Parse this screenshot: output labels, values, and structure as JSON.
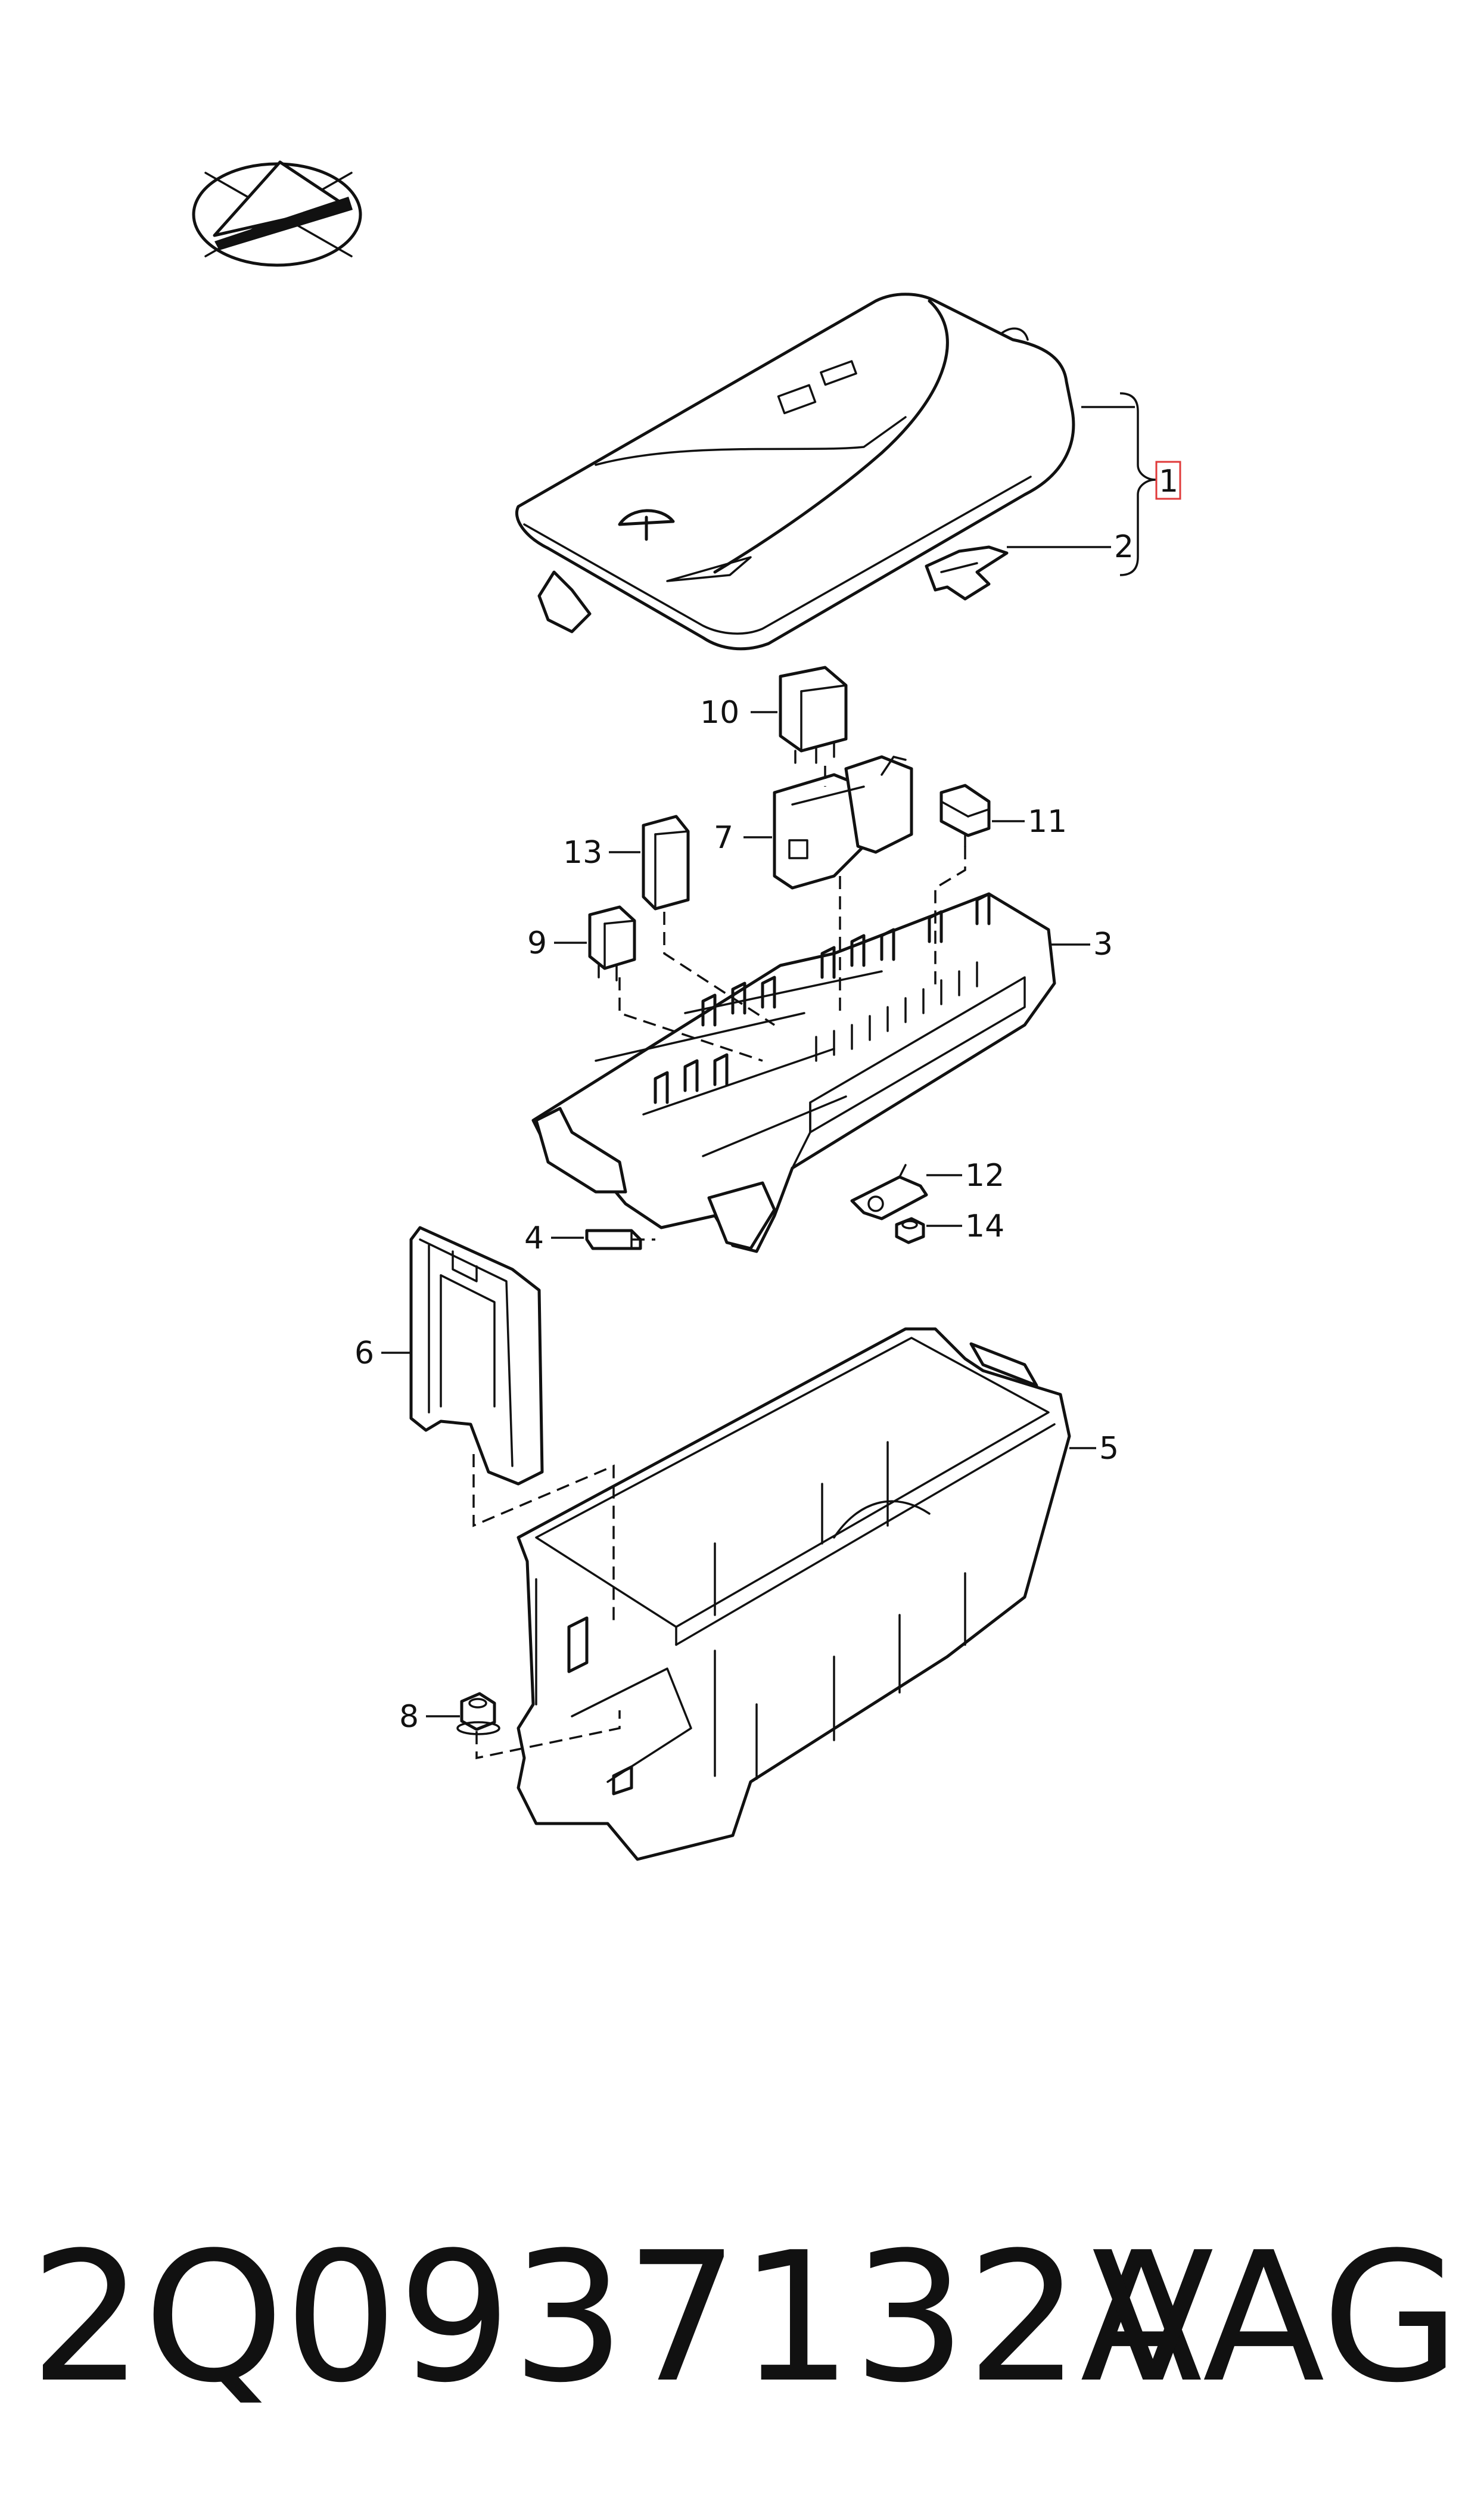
{
  "diagram": {
    "callouts": [
      "1",
      "2",
      "3",
      "4",
      "5",
      "6",
      "7",
      "8",
      "9",
      "10",
      "11",
      "12",
      "13",
      "14"
    ],
    "highlighted_callout": "1"
  },
  "footer": {
    "part_number": "2Q0937132A",
    "brand": "VAG"
  },
  "colors": {
    "line": "#111111",
    "highlight_box": "#e03a3a",
    "background": "#ffffff"
  }
}
